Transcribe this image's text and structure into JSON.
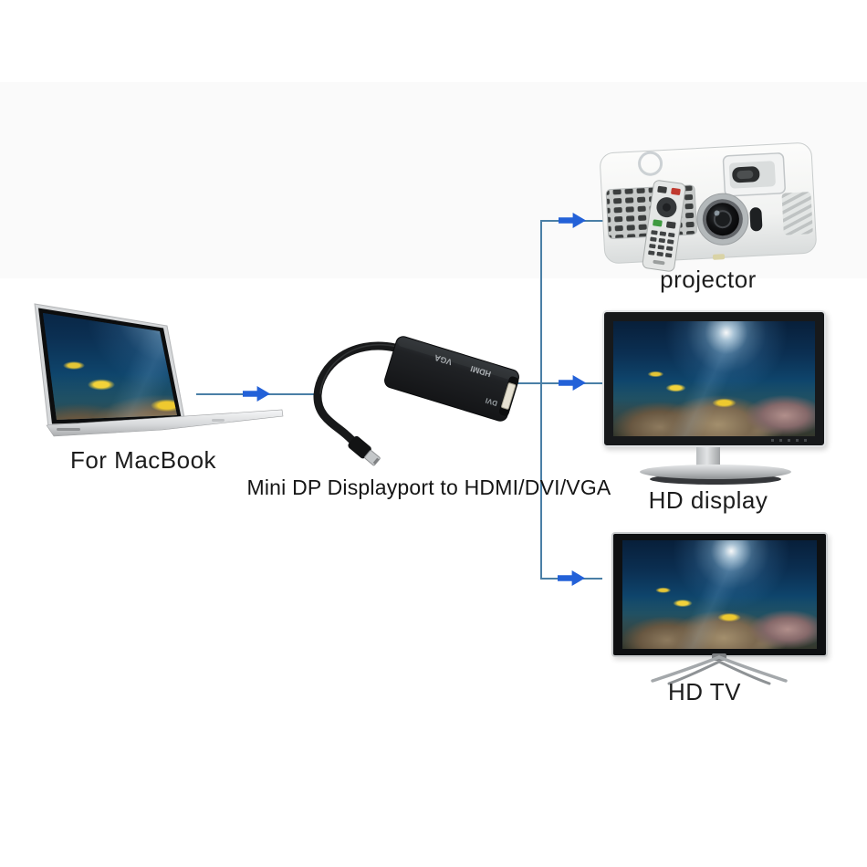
{
  "diagram": {
    "source": {
      "label": "For MacBook"
    },
    "adapter": {
      "caption": "Mini DP Displayport to HDMI/DVI/VGA",
      "ports": [
        "VGA",
        "HDMI",
        "DVI"
      ]
    },
    "targets": [
      {
        "label": "projector"
      },
      {
        "label": "HD display"
      },
      {
        "label": "HD TV"
      }
    ],
    "colors": {
      "arrow_blue": "#2361d8",
      "connector_line": "#4a7fa6",
      "label_text": "#1d1d1d"
    }
  }
}
